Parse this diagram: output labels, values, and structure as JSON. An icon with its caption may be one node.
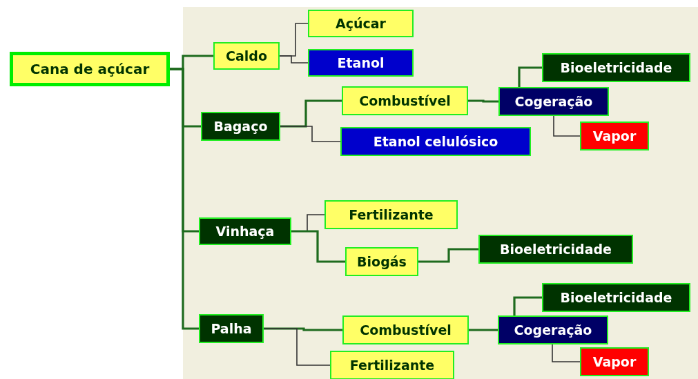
{
  "diagram": {
    "nodes": [
      {
        "text": [
          "Cana de açúcar"
        ]
      },
      {
        "text": [
          "Caldo"
        ]
      },
      {
        "text": [
          "Açúcar"
        ]
      },
      {
        "text": [
          "Etanol"
        ]
      },
      {
        "text": [
          "Bagaço"
        ]
      },
      {
        "text": [
          "Combustível"
        ]
      },
      {
        "text": [
          "Etanol celulósico"
        ]
      },
      {
        "text": [
          "Cogeração"
        ]
      },
      {
        "text": [
          "Bioeletricidade"
        ]
      },
      {
        "text": [
          "Vapor"
        ]
      },
      {
        "text": [
          "Vinhaça"
        ]
      },
      {
        "text": [
          "Fertilizante"
        ]
      },
      {
        "text": [
          "Biogás"
        ]
      },
      {
        "text": [
          "Bioeletricidade"
        ]
      },
      {
        "text": [
          "Palha"
        ]
      },
      {
        "text": [
          "Combustível"
        ]
      },
      {
        "text": [
          "Cogeração"
        ]
      },
      {
        "text": [
          "Bioeletricidade"
        ]
      },
      {
        "text": [
          "Vapor"
        ]
      },
      {
        "text": [
          "Fertilizante"
        ]
      }
    ],
    "edges": [
      {
        "from": 0,
        "to": 1,
        "arrow": "none"
      },
      {
        "from": 0,
        "to": 4,
        "arrow": "none"
      },
      {
        "from": 0,
        "to": 10,
        "arrow": "none"
      },
      {
        "from": 0,
        "to": 14,
        "arrow": "none"
      },
      {
        "from": 1,
        "to": 2,
        "arrow": "none",
        "color": "#333333"
      },
      {
        "from": 1,
        "to": 3,
        "arrow": "none",
        "color": "#333333"
      },
      {
        "from": 4,
        "to": 5,
        "arrow": "none"
      },
      {
        "from": 4,
        "to": 6,
        "arrow": "none",
        "color": "#333333"
      },
      {
        "from": 5,
        "to": 7,
        "arrow": "none"
      },
      {
        "from": 7,
        "to": 8,
        "arrow": "none"
      },
      {
        "from": 7,
        "to": 9,
        "arrow": "none",
        "color": "#333333"
      },
      {
        "from": 10,
        "to": 11,
        "arrow": "none",
        "color": "#333333"
      },
      {
        "from": 10,
        "to": 12,
        "arrow": "none"
      },
      {
        "from": 12,
        "to": 13,
        "arrow": "none"
      },
      {
        "from": 14,
        "to": 15,
        "arrow": "none"
      },
      {
        "from": 14,
        "to": 19,
        "arrow": "none",
        "color": "#333333"
      },
      {
        "from": 15,
        "to": 16,
        "arrow": "none"
      },
      {
        "from": 16,
        "to": 17,
        "arrow": "none"
      },
      {
        "from": 16,
        "to": 18,
        "arrow": "none",
        "color": "#333333"
      }
    ]
  }
}
